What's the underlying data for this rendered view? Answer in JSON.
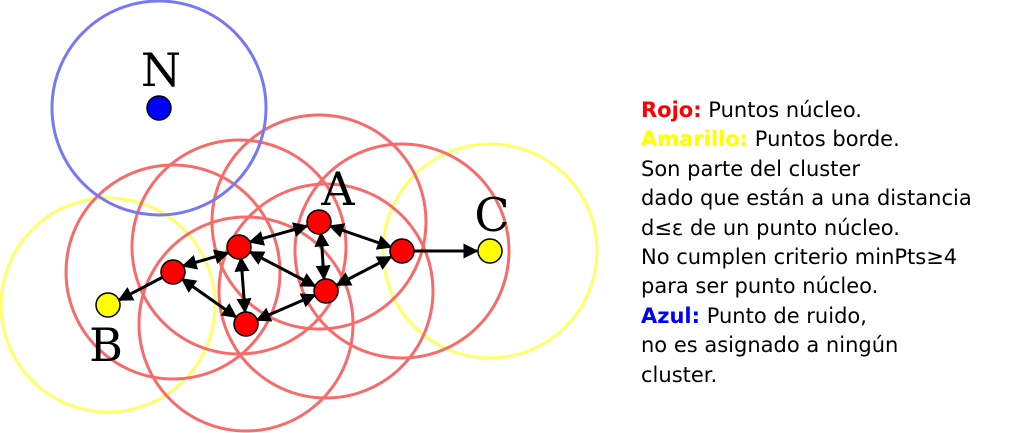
{
  "labels": {
    "N": "N",
    "A": "A",
    "B": "B",
    "C": "C"
  },
  "colors": {
    "core": "#ff0000",
    "border": "#ffff00",
    "noise": "#0000ff",
    "core_circle": "#f76b6b",
    "border_circle": "#ffff66",
    "noise_circle": "#7878f5"
  },
  "legend": {
    "red_key": "Rojo:",
    "red_text": " Puntos núcleo.",
    "yellow_key": "Amarillo:",
    "yellow_text": " Puntos borde.",
    "yellow_desc": [
      "Son parte del cluster",
      "dado que están a una distancia",
      "d≤ε de un punto núcleo.",
      "No cumplen criterio minPts≥4",
      "para ser punto núcleo."
    ],
    "blue_key": "Azul:",
    "blue_text": " Punto de ruido,",
    "blue_desc": [
      "no es asignado a ningún",
      "cluster."
    ]
  }
}
